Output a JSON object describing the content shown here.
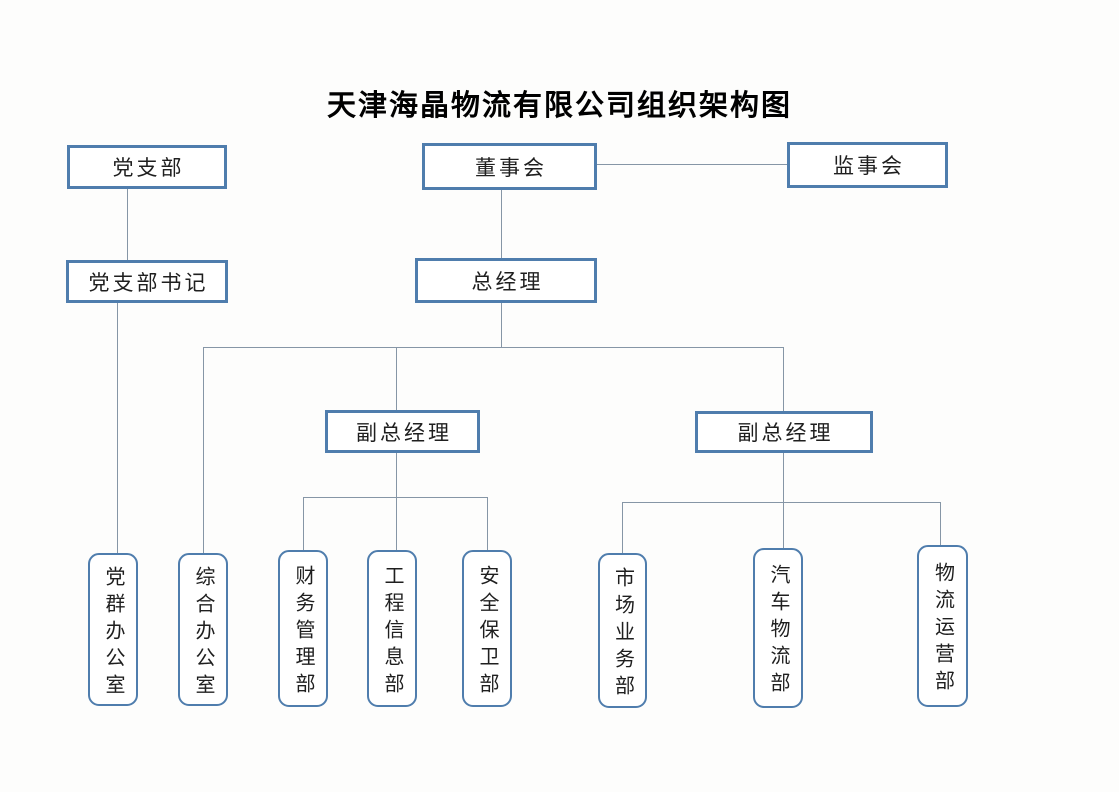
{
  "title": "天津海晶物流有限公司组织架构图",
  "colors": {
    "box_border": "#4f7dad",
    "connector": "#8696a6",
    "background": "#fdfdfc"
  },
  "nodes": {
    "party_branch": "党支部",
    "board_of_directors": "董事会",
    "supervisory_board": "监事会",
    "party_branch_secretary": "党支部书记",
    "general_manager": "总经理",
    "deputy_general_manager_left": "副总经理",
    "deputy_general_manager_right": "副总经理",
    "party_mass_office": "党群办公室",
    "general_affairs_office": "综合办公室",
    "finance_management_dept": "财务管理部",
    "engineering_information_dept": "工程信息部",
    "security_dept": "安全保卫部",
    "market_business_dept": "市场业务部",
    "automobile_logistics_dept": "汽车物流部",
    "logistics_operations_dept": "物流运营部"
  },
  "edges": [
    {
      "from": "party_branch",
      "to": "party_branch_secretary"
    },
    {
      "from": "party_branch_secretary",
      "to": "party_mass_office"
    },
    {
      "from": "board_of_directors",
      "to": "supervisory_board",
      "type": "lateral"
    },
    {
      "from": "board_of_directors",
      "to": "general_manager"
    },
    {
      "from": "general_manager",
      "to": "general_affairs_office"
    },
    {
      "from": "general_manager",
      "to": "deputy_general_manager_left"
    },
    {
      "from": "general_manager",
      "to": "deputy_general_manager_right"
    },
    {
      "from": "deputy_general_manager_left",
      "to": "finance_management_dept"
    },
    {
      "from": "deputy_general_manager_left",
      "to": "engineering_information_dept"
    },
    {
      "from": "deputy_general_manager_left",
      "to": "security_dept"
    },
    {
      "from": "deputy_general_manager_right",
      "to": "market_business_dept"
    },
    {
      "from": "deputy_general_manager_right",
      "to": "automobile_logistics_dept"
    },
    {
      "from": "deputy_general_manager_right",
      "to": "logistics_operations_dept"
    }
  ]
}
